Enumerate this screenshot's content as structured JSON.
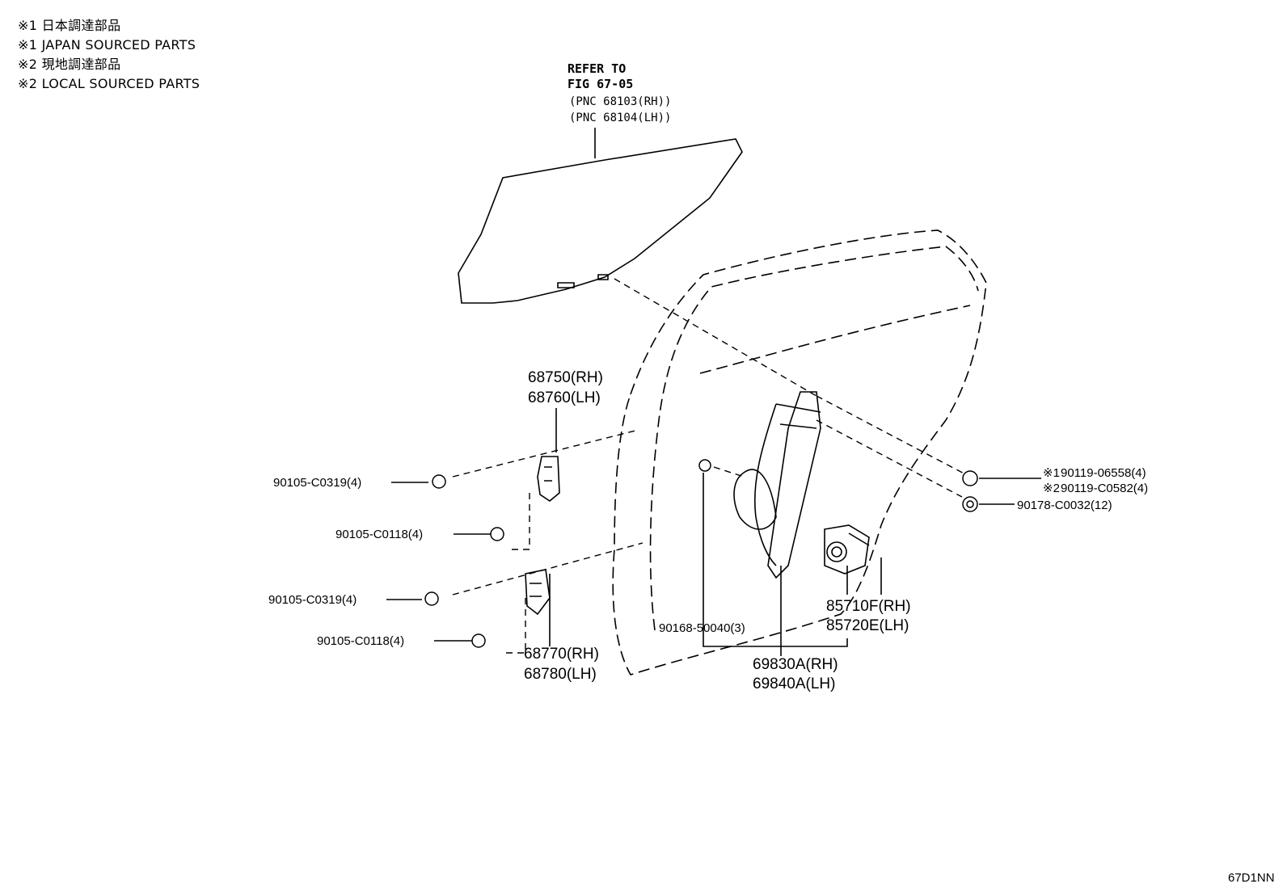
{
  "notes": [
    "※1 日本調達部品",
    "※1 JAPAN SOURCED PARTS",
    "※2 現地調達部品",
    "※2 LOCAL SOURCED PARTS"
  ],
  "refer": {
    "line1": "REFER TO",
    "line2": "FIG 67-05",
    "line3": "(PNC 68103(RH))",
    "line4": "(PNC 68104(LH))"
  },
  "parts": {
    "hinge_upper_rh": "68750(RH)",
    "hinge_upper_lh": "68760(LH)",
    "bolt_upper_1": "90105-C0319(4)",
    "bolt_upper_2": "90105-C0118(4)",
    "bolt_lower_1": "90105-C0319(4)",
    "bolt_lower_2": "90105-C0118(4)",
    "hinge_lower_rh": "68770(RH)",
    "hinge_lower_lh": "68780(LH)",
    "screw": "90168-50040(3)",
    "regulator_rh": "69830A(RH)",
    "regulator_lh": "69840A(LH)",
    "motor_rh": "85710F(RH)",
    "motor_lh": "85720E(LH)",
    "bolt_jp": "90119-06558(4)",
    "bolt_jp_mark": "※1",
    "bolt_local": "90119-C0582(4)",
    "bolt_local_mark": "※2",
    "nut": "90178-C0032(12)"
  },
  "diagram_code": "67D1NN"
}
